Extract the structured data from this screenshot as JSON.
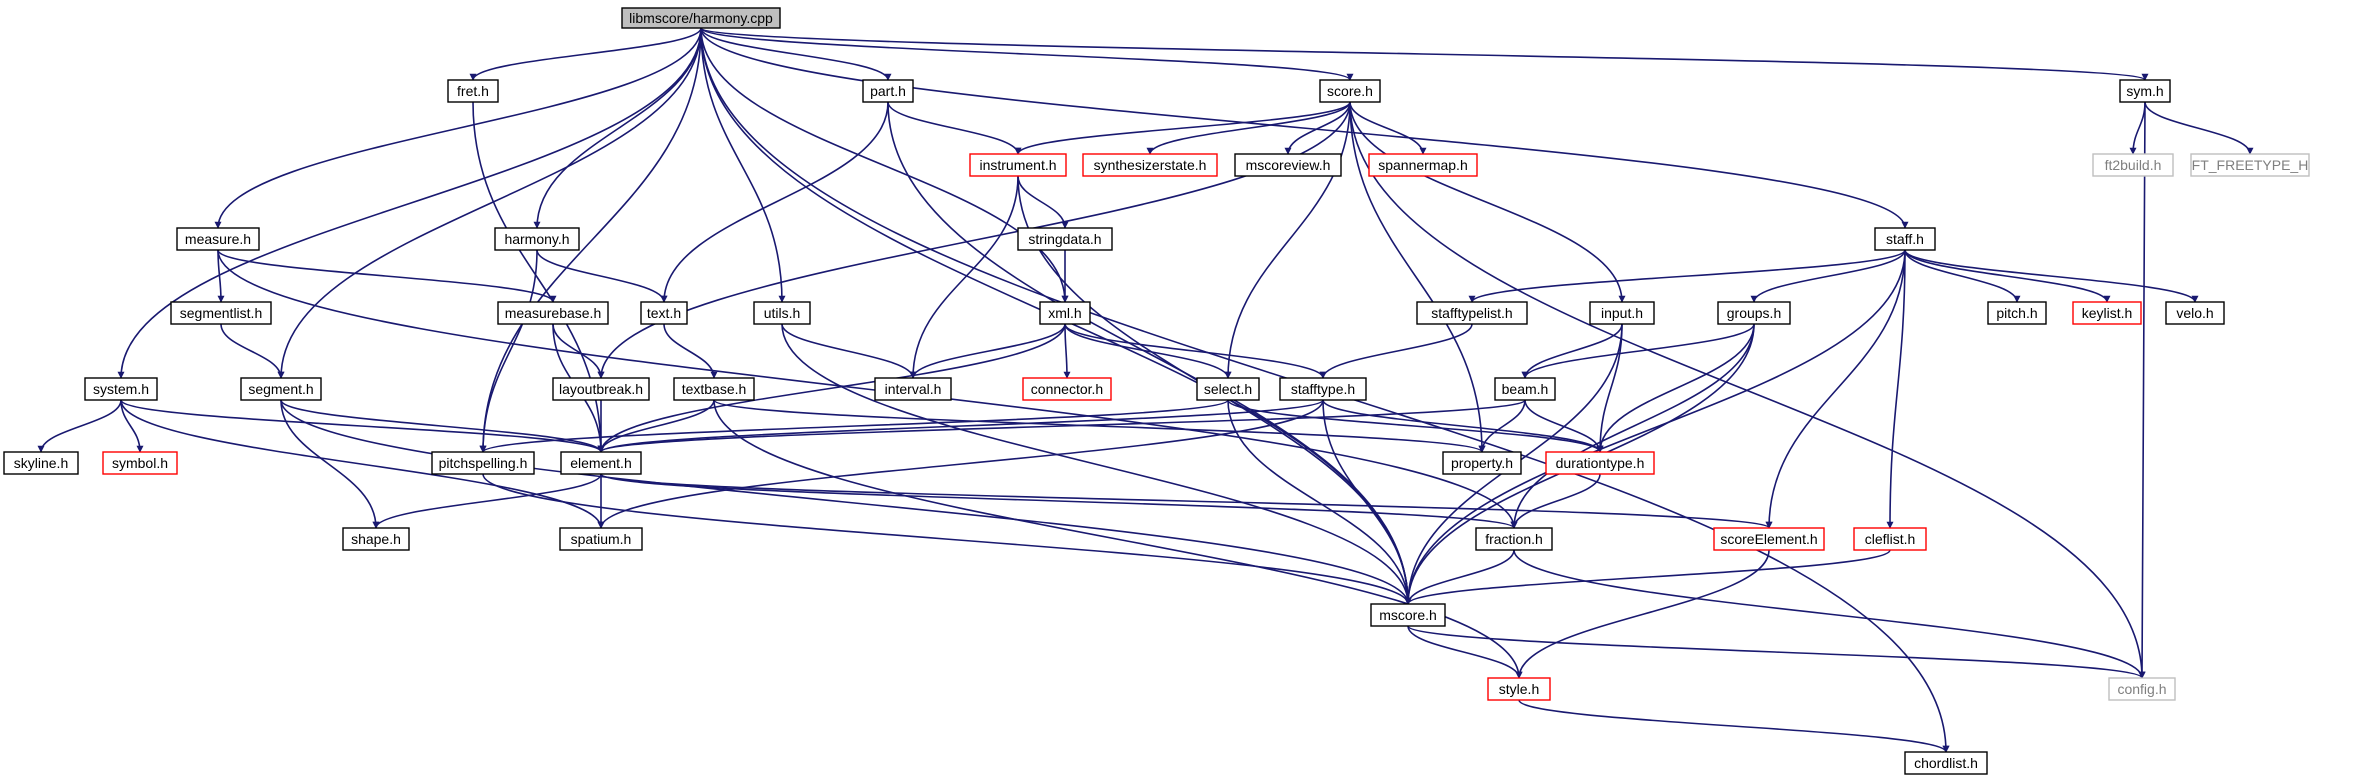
{
  "graph": {
    "colors": {
      "edge": "#191970",
      "regular_border": "#000000",
      "missing_border": "#ff0000",
      "external_border": "#bfbfbf",
      "root_fill": "#bfbfbf"
    },
    "nodes": {
      "harmony_cpp": "libmscore/harmony.cpp",
      "fret_h": "fret.h",
      "part_h": "part.h",
      "score_h": "score.h",
      "sym_h": "sym.h",
      "ft2build_h": "ft2build.h",
      "ft_freetype_h": "FT_FREETYPE_H",
      "instrument_h": "instrument.h",
      "synthesizerstate_h": "synthesizerstate.h",
      "mscoreview_h": "mscoreview.h",
      "spannermap_h": "spannermap.h",
      "measure_h": "measure.h",
      "harmony_h": "harmony.h",
      "stringdata_h": "stringdata.h",
      "staff_h": "staff.h",
      "segmentlist_h": "segmentlist.h",
      "measurebase_h": "measurebase.h",
      "text_h": "text.h",
      "utils_h": "utils.h",
      "xml_h": "xml.h",
      "stafftypelist_h": "stafftypelist.h",
      "input_h": "input.h",
      "groups_h": "groups.h",
      "pitch_h": "pitch.h",
      "keylist_h": "keylist.h",
      "velo_h": "velo.h",
      "system_h": "system.h",
      "segment_h": "segment.h",
      "layoutbreak_h": "layoutbreak.h",
      "textbase_h": "textbase.h",
      "interval_h": "interval.h",
      "connector_h": "connector.h",
      "select_h": "select.h",
      "stafftype_h": "stafftype.h",
      "beam_h": "beam.h",
      "skyline_h": "skyline.h",
      "symbol_h": "symbol.h",
      "pitchspelling_h": "pitchspelling.h",
      "element_h": "element.h",
      "property_h": "property.h",
      "durationtype_h": "durationtype.h",
      "shape_h": "shape.h",
      "spatium_h": "spatium.h",
      "fraction_h": "fraction.h",
      "scoreelement_h": "scoreElement.h",
      "cleflist_h": "cleflist.h",
      "mscore_h": "mscore.h",
      "config_h": "config.h",
      "style_h": "style.h",
      "chordlist_h": "chordlist.h"
    }
  }
}
